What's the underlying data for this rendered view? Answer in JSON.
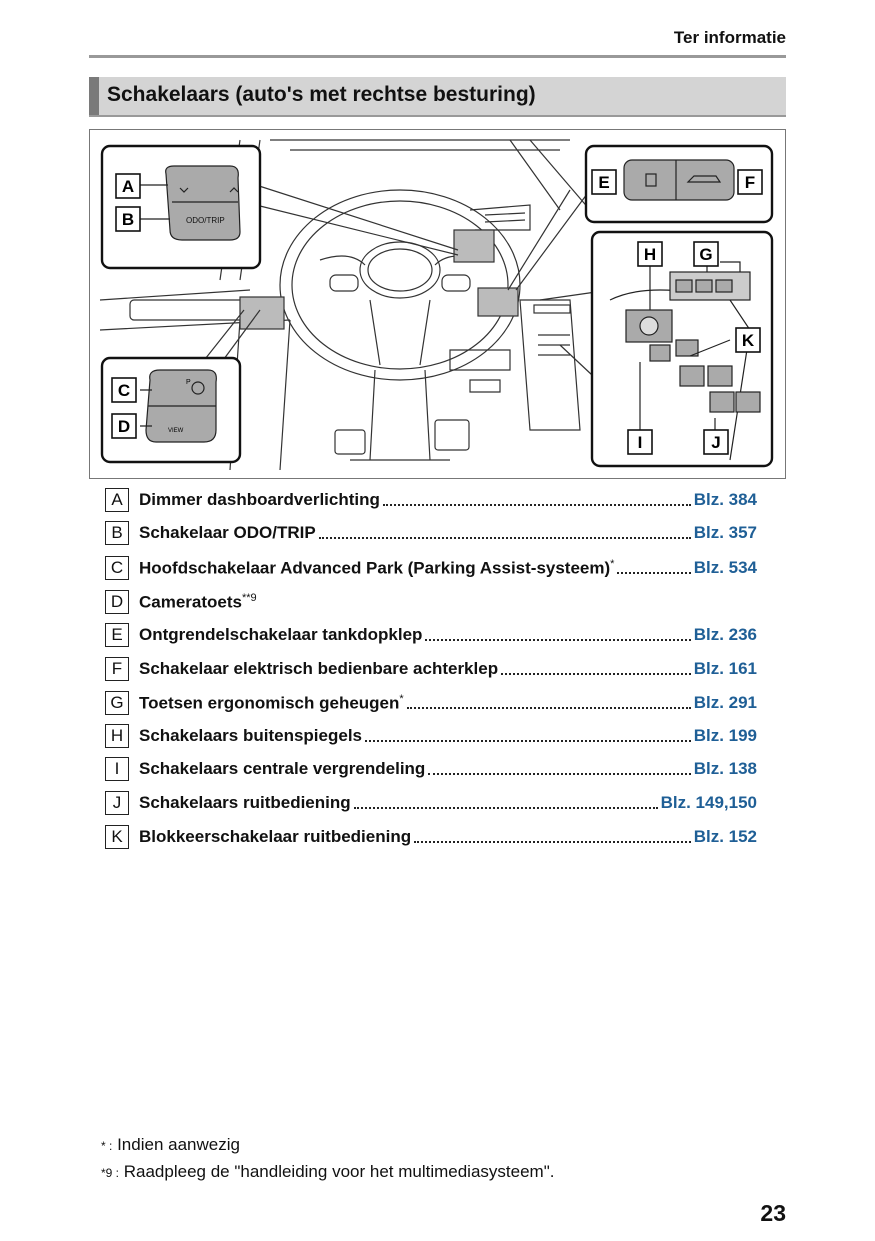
{
  "header": {
    "section": "Ter informatie"
  },
  "title": "Schakelaars (auto's met rechtse besturing)",
  "figure": {
    "callouts": {
      "A": "A",
      "B": "B",
      "C": "C",
      "D": "D",
      "E": "E",
      "F": "F",
      "G": "G",
      "H": "H",
      "I": "I",
      "J": "J",
      "K": "K"
    },
    "button_texts": {
      "odo_trip": "ODO/TRIP",
      "view": "VIEW",
      "park": "P"
    }
  },
  "items": [
    {
      "letter": "A",
      "label": "Dimmer dashboardverlichting",
      "sup": "",
      "page": "Blz. 384"
    },
    {
      "letter": "B",
      "label": "Schakelaar ODO/TRIP",
      "sup": "",
      "page": "Blz. 357"
    },
    {
      "letter": "C",
      "label": "Hoofdschakelaar Advanced Park (Parking Assist-systeem)",
      "sup": "*",
      "page": "Blz. 534"
    },
    {
      "letter": "D",
      "label": "Cameratoets",
      "sup": "**9",
      "page": ""
    },
    {
      "letter": "E",
      "label": "Ontgrendelschakelaar tankdopklep",
      "sup": "",
      "page": "Blz. 236"
    },
    {
      "letter": "F",
      "label": "Schakelaar elektrisch bedienbare achterklep",
      "sup": "",
      "page": "Blz. 161"
    },
    {
      "letter": "G",
      "label": "Toetsen ergonomisch geheugen",
      "sup": "*",
      "page": "Blz. 291"
    },
    {
      "letter": "H",
      "label": "Schakelaars buitenspiegels",
      "sup": "",
      "page": "Blz. 199"
    },
    {
      "letter": "I",
      "label": "Schakelaars centrale vergrendeling",
      "sup": "",
      "page": "Blz. 138"
    },
    {
      "letter": "J",
      "label": "Schakelaars ruitbediening",
      "sup": "",
      "page": "Blz. 149,150"
    },
    {
      "letter": "K",
      "label": "Blokkeerschakelaar ruitbediening",
      "sup": "",
      "page": "Blz. 152"
    }
  ],
  "footnotes": [
    {
      "mark": "* :",
      "text": "Indien aanwezig"
    },
    {
      "mark": "*9 :",
      "text": "Raadpleeg de \"handleiding voor het multimediasysteem\"."
    }
  ],
  "page_number": "23",
  "colors": {
    "link": "#1f5f96",
    "bar": "#d4d4d4",
    "bar_accent": "#7a7a7a"
  }
}
